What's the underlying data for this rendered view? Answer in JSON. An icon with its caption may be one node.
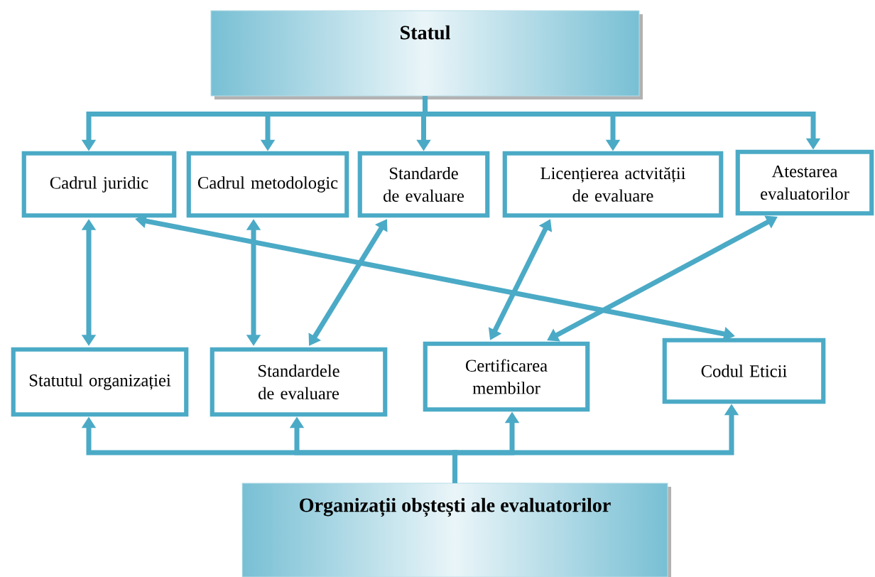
{
  "diagram": {
    "nodes": [
      {
        "text": [
          "Statul"
        ]
      },
      {
        "text": [
          "Cadrul juridic"
        ]
      },
      {
        "text": [
          "Cadrul metodologic"
        ]
      },
      {
        "text": [
          "Standarde de evaluare"
        ]
      },
      {
        "text": [
          "Licențierea actvității de evaluare"
        ]
      },
      {
        "text": [
          "Atestarea evaluatorilor"
        ]
      },
      {
        "text": [
          "Statutul organizației"
        ]
      },
      {
        "text": [
          "Standardele de evaluare"
        ]
      },
      {
        "text": [
          "Certificarea membilor"
        ]
      },
      {
        "text": [
          "Codul Eticii"
        ]
      },
      {
        "text": [
          "Organizații obștești ale evaluatorilor"
        ]
      }
    ],
    "edges": [
      {
        "from": 0,
        "to": 1,
        "arrow": "to"
      },
      {
        "from": 0,
        "to": 2,
        "arrow": "to"
      },
      {
        "from": 0,
        "to": 3,
        "arrow": "to"
      },
      {
        "from": 0,
        "to": 4,
        "arrow": "to"
      },
      {
        "from": 0,
        "to": 5,
        "arrow": "to"
      },
      {
        "from": 1,
        "to": 6,
        "arrow": "both"
      },
      {
        "from": 2,
        "to": 7,
        "arrow": "both"
      },
      {
        "from": 3,
        "to": 7,
        "arrow": "both"
      },
      {
        "from": 4,
        "to": 8,
        "arrow": "both"
      },
      {
        "from": 5,
        "to": 8,
        "arrow": "both"
      },
      {
        "from": 1,
        "to": 9,
        "arrow": "both"
      },
      {
        "from": 10,
        "to": 6,
        "arrow": "to"
      },
      {
        "from": 10,
        "to": 7,
        "arrow": "to"
      },
      {
        "from": 10,
        "to": 8,
        "arrow": "to"
      },
      {
        "from": 10,
        "to": 9,
        "arrow": "to"
      }
    ]
  }
}
